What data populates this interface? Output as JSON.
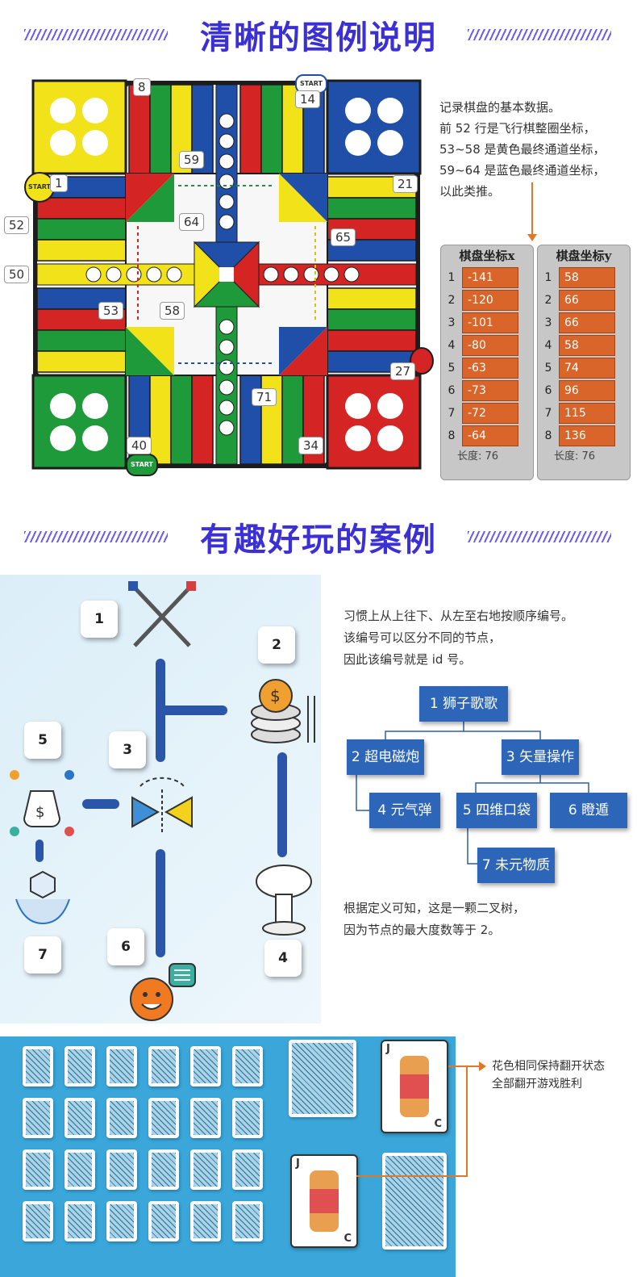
{
  "section1": {
    "title": "清晰的图例说明"
  },
  "board": {
    "callouts": [
      "8",
      "14",
      "1",
      "21",
      "52",
      "59",
      "64",
      "65",
      "50",
      "53",
      "58",
      "27",
      "71",
      "40",
      "34"
    ],
    "start_label": "START"
  },
  "board_description": {
    "lines": [
      "记录棋盘的基本数据。",
      "前 52 行是飞行棋整圈坐标，",
      "53~58 是黄色最终通道坐标，",
      "59~64 是蓝色最终通道坐标，",
      "以此类推。"
    ]
  },
  "panel_x": {
    "header": "棋盘坐标x",
    "rows": [
      {
        "i": "1",
        "v": "-141"
      },
      {
        "i": "2",
        "v": "-120"
      },
      {
        "i": "3",
        "v": "-101"
      },
      {
        "i": "4",
        "v": "-80"
      },
      {
        "i": "5",
        "v": "-63"
      },
      {
        "i": "6",
        "v": "-73"
      },
      {
        "i": "7",
        "v": "-72"
      },
      {
        "i": "8",
        "v": "-64"
      }
    ],
    "footer": "长度: 76"
  },
  "panel_y": {
    "header": "棋盘坐标y",
    "rows": [
      {
        "i": "1",
        "v": "58"
      },
      {
        "i": "2",
        "v": "66"
      },
      {
        "i": "3",
        "v": "66"
      },
      {
        "i": "4",
        "v": "58"
      },
      {
        "i": "5",
        "v": "74"
      },
      {
        "i": "6",
        "v": "96"
      },
      {
        "i": "7",
        "v": "115"
      },
      {
        "i": "8",
        "v": "136"
      }
    ],
    "footer": "长度: 76"
  },
  "section2": {
    "title": "有趣好玩的案例"
  },
  "node_numbers": [
    "1",
    "2",
    "3",
    "4",
    "5",
    "6",
    "7"
  ],
  "tree_intro": [
    "习惯上从上往下、从左至右地按顺序编号。",
    "该编号可以区分不同的节点，",
    "因此该编号就是 id 号。"
  ],
  "tree_nodes": [
    "1 狮子歌歌",
    "2 超电磁炮",
    "3 矢量操作",
    "4 元气弹",
    "5 四维口袋",
    "6 瞪遁",
    "7 未元物质"
  ],
  "tree_conclusion": [
    "根据定义可知，这是一颗二叉树，",
    "因为节点的最大度数等于 2。"
  ],
  "cards": {
    "note_lines": [
      "花色相同保持翻开状态",
      "全部翻开游戏胜利"
    ],
    "face_rank": "J",
    "face_rank_bottom": "C"
  },
  "colors": {
    "title": "#3b2fd6",
    "accent_orange": "#e0782a",
    "node_blue": "#2d66b8",
    "board_red": "#d42424",
    "board_yellow": "#f2e21a",
    "board_blue": "#1f4fa8",
    "board_green": "#1f9a3a"
  }
}
